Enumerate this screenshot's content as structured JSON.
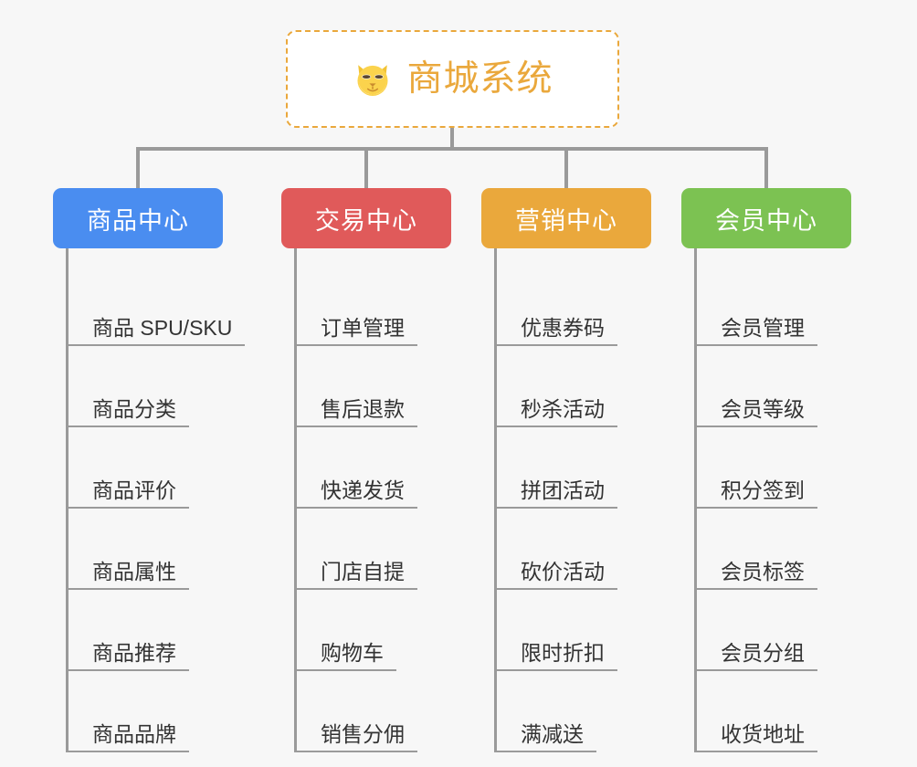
{
  "page": {
    "background_color": "#f7f7f7",
    "line_color": "#9a9a9a"
  },
  "root": {
    "icon": "shiba-dog-face-emoji",
    "title": "商城系统",
    "text_color": "#eaa83c",
    "border_color": "#eaa83c"
  },
  "branches": [
    {
      "label": "商品中心",
      "color": "#4a8df0",
      "items": [
        "商品 SPU/SKU",
        "商品分类",
        "商品评价",
        "商品属性",
        "商品推荐",
        "商品品牌"
      ]
    },
    {
      "label": "交易中心",
      "color": "#e05a5a",
      "items": [
        "订单管理",
        "售后退款",
        "快递发货",
        "门店自提",
        "购物车",
        "销售分佣"
      ]
    },
    {
      "label": "营销中心",
      "color": "#eaa83c",
      "items": [
        "优惠券码",
        "秒杀活动",
        "拼团活动",
        "砍价活动",
        "限时折扣",
        "满减送"
      ]
    },
    {
      "label": "会员中心",
      "color": "#7cc252",
      "items": [
        "会员管理",
        "会员等级",
        "积分签到",
        "会员标签",
        "会员分组",
        "收货地址"
      ]
    }
  ]
}
